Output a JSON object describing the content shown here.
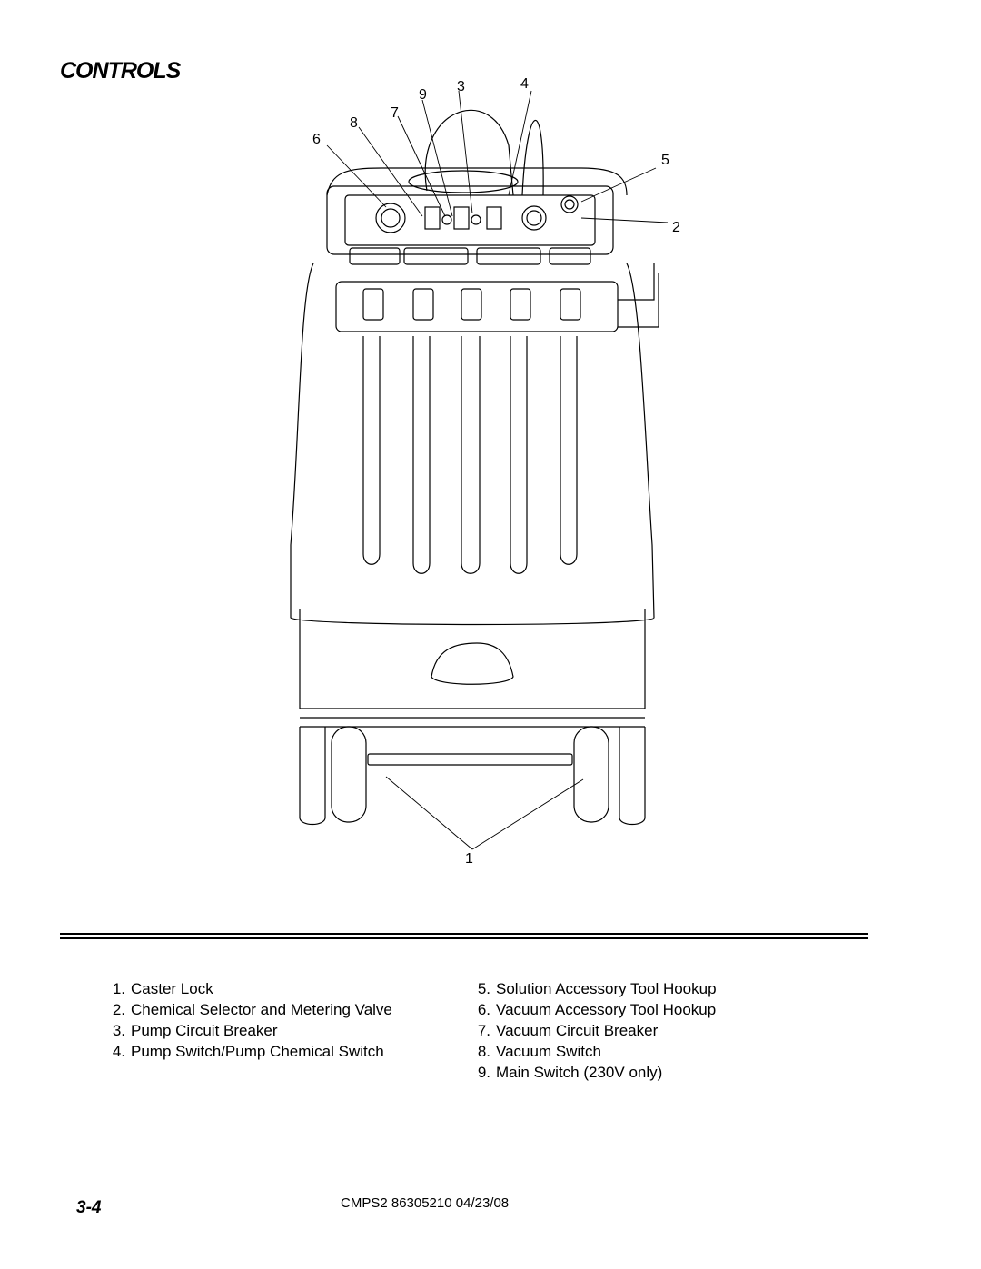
{
  "heading": "CONTROLS",
  "callouts": {
    "c1": "1",
    "c2": "2",
    "c3": "3",
    "c4": "4",
    "c5": "5",
    "c6": "6",
    "c7": "7",
    "c8": "8",
    "c9": "9"
  },
  "legend_left": [
    {
      "num": "1.",
      "text": "Caster Lock"
    },
    {
      "num": "2.",
      "text": "Chemical Selector and Metering Valve"
    },
    {
      "num": "3.",
      "text": "Pump Circuit Breaker"
    },
    {
      "num": "4.",
      "text": "Pump Switch/Pump Chemical Switch"
    }
  ],
  "legend_right": [
    {
      "num": "5.",
      "text": "Solution Accessory Tool Hookup"
    },
    {
      "num": "6.",
      "text": "Vacuum Accessory Tool Hookup"
    },
    {
      "num": "7.",
      "text": "Vacuum Circuit Breaker"
    },
    {
      "num": "8.",
      "text": "Vacuum Switch"
    },
    {
      "num": "9.",
      "text": "Main Switch (230V only)"
    }
  ],
  "footer": {
    "page_number": "3-4",
    "doc_ref": "CMPS2 86305210 04/23/08"
  }
}
